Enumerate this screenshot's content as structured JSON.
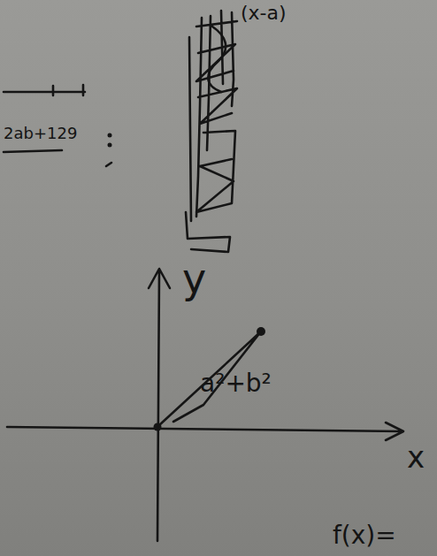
{
  "diagram": {
    "labels": [
      "(x-a)",
      "2ab+129",
      "y",
      "a²+b²",
      "x",
      "f(x)="
    ]
  }
}
